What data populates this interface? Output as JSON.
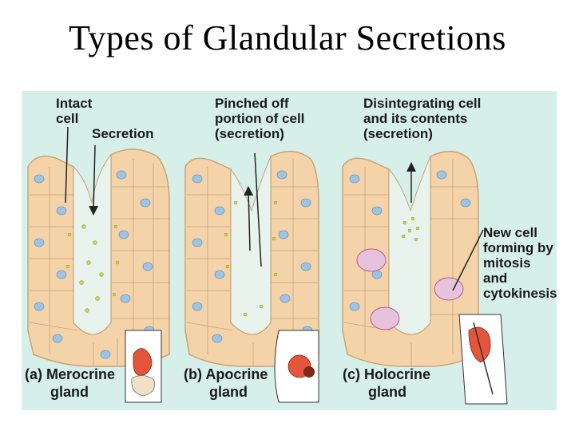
{
  "title": "Types of Glandular Secretions",
  "colors": {
    "background": "#d6efe9",
    "cell_fill": "#f5d3a8",
    "cell_stroke": "#c9a377",
    "nucleus": "#9ec3e3",
    "granule": "#c8d25a",
    "mitosis": "#b9579a",
    "organ": "#e4553b"
  },
  "panels": [
    {
      "caption_letter": "(a)",
      "caption_line1": "Merocrine",
      "caption_line2": "gland",
      "labels": [
        {
          "line1": "Intact",
          "line2": "cell"
        },
        {
          "line1": "Secretion"
        }
      ]
    },
    {
      "caption_letter": "(b)",
      "caption_line1": "Apocrine",
      "caption_line2": "gland",
      "labels": [
        {
          "line1": "Pinched off",
          "line2": "portion of cell",
          "line3": "(secretion)"
        }
      ]
    },
    {
      "caption_letter": "(c)",
      "caption_line1": "Holocrine",
      "caption_line2": "gland",
      "labels": [
        {
          "line1": "Disintegrating cell",
          "line2": "and its contents",
          "line3": "(secretion)"
        },
        {
          "line1": "New cell",
          "line2": "forming by",
          "line3": "mitosis",
          "line4": "and",
          "line5": "cytokinesis"
        }
      ]
    }
  ]
}
